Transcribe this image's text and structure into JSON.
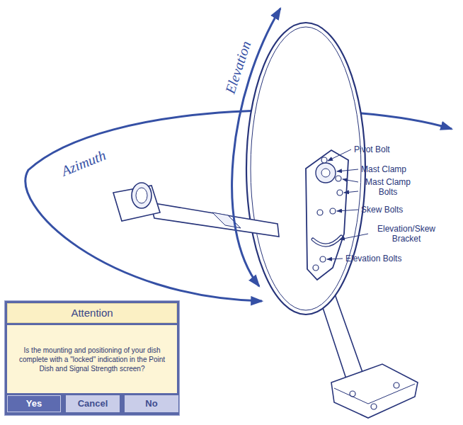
{
  "diagram": {
    "nodes": [
      {
        "text": [
          "Attention",
          "Is the mounting and positioning of your dish complete with a \"locked\" indication in the Point Dish and Signal Strength screen?"
        ]
      },
      {
        "text": [
          "Yes"
        ],
        "in": 0
      },
      {
        "text": [
          "Cancel"
        ],
        "in": 0
      },
      {
        "text": [
          "No"
        ],
        "in": 0
      }
    ],
    "labels": [
      "Elevation",
      "Azimuth",
      "Pivot Bolt",
      "Mast Clamp",
      "Mast Clamp Bolts",
      "Skew Bolts",
      "Elevation/Skew Bracket",
      "Elevation Bolts"
    ]
  }
}
